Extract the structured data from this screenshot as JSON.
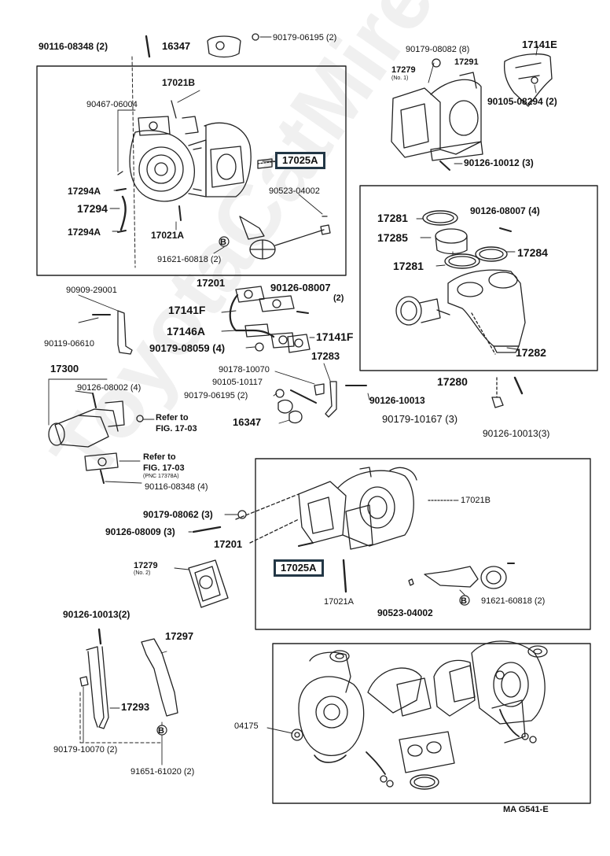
{
  "watermark": "ToyotaCatMire.ru",
  "code": "MA  G541-E",
  "labels": {
    "l_90116_08348_top": "90116-08348 (2)",
    "l_16347_top": "16347",
    "l_90179_06195_top": "90179-06195 (2)",
    "l_90179_08082_top": "90179-08082 (8)",
    "l_17141E": "17141E",
    "l_17279_no1": "17279",
    "l_no1": "(No. 1)",
    "l_17291": "17291",
    "l_90105_08294": "90105-08294 (2)",
    "l_17021B_top": "17021B",
    "l_90467_06004": "90467-06004",
    "l_17025A_top": "17025A",
    "l_90126_10012": "90126-10012 (3)",
    "l_90523_04002_top": "90523-04002",
    "l_17294A_1": "17294A",
    "l_17294": "17294",
    "l_17294A_2": "17294A",
    "l_17021A_top": "17021A",
    "l_91621_60818_top": "91621-60818 (2)",
    "l_17281_a": "17281",
    "l_90126_08007_r": "90126-08007 (4)",
    "l_17285": "17285",
    "l_17284": "17284",
    "l_17281_b": "17281",
    "l_17201_top": "17201",
    "l_90909_29001": "90909-29001",
    "l_90126_08007_m": "90126-08007",
    "l_90126_08007_m2": "(2)",
    "l_17141F_a": "17141F",
    "l_17146A": "17146A",
    "l_17141F_b": "17141F",
    "l_90119_06610": "90119-06610",
    "l_90179_08059": "90179-08059 (4)",
    "l_17282": "17282",
    "l_17300": "17300",
    "l_90178_10070_top": "90178-10070",
    "l_17283": "17283",
    "l_90126_08002": "90126-08002 (4)",
    "l_90105_10117": "90105-10117",
    "l_17280": "17280",
    "l_90179_06195_mid": "90179-06195 (2)",
    "l_90126_10013_a": "90126-10013",
    "l_refer1": "Refer to",
    "l_refer1b": "FIG. 17-03",
    "l_16347_mid": "16347",
    "l_90179_10167": "90179-10167 (3)",
    "l_90126_10013_b": "90126-10013(3)",
    "l_refer2": "Refer to",
    "l_refer2b": "FIG. 17-03",
    "l_pnc": "(PNC 17378A)",
    "l_90116_08348_mid": "90116-08348 (4)",
    "l_17021B_bot": "17021B",
    "l_90179_08062": "90179-08062 (3)",
    "l_90126_08009": "90126-08009 (3)",
    "l_17201_bot": "17201",
    "l_17279_no2": "17279",
    "l_no2": "(No. 2)",
    "l_17025A_bot": "17025A",
    "l_17021A_bot": "17021A",
    "l_90523_04002_bot": "90523-04002",
    "l_91621_60818_bot": "91621-60818 (2)",
    "l_90126_10013_c": "90126-10013(2)",
    "l_17297": "17297",
    "l_17293": "17293",
    "l_90179_10070_bot": "90179-10070 (2)",
    "l_04175": "04175",
    "l_91651_61020": "91651-61020 (2)"
  },
  "markers": {
    "b": "B"
  }
}
